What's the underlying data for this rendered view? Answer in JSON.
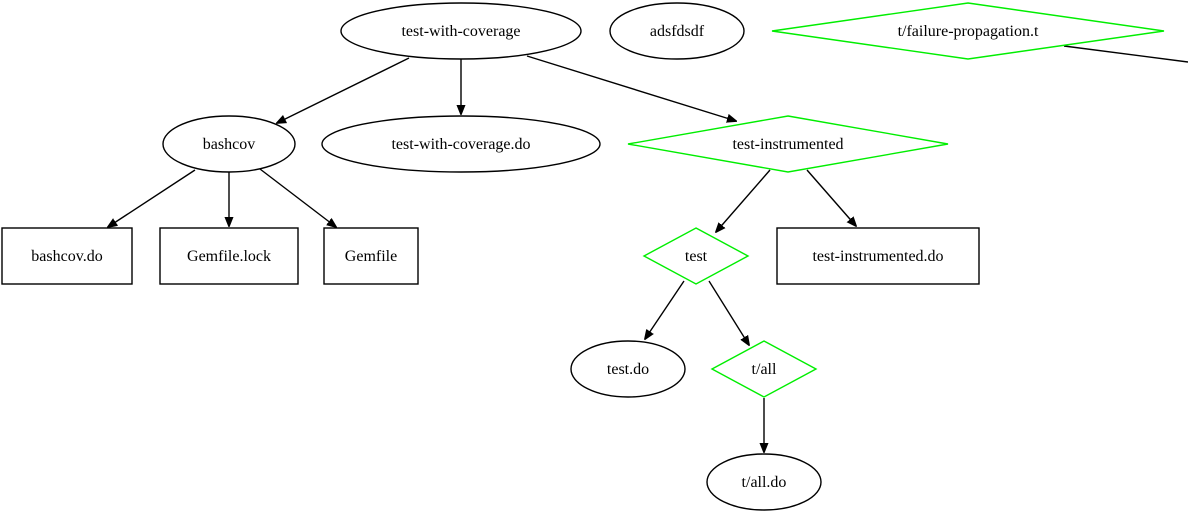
{
  "graph": {
    "colors": {
      "default_stroke": "#000000",
      "highlight_stroke": "#00ee00",
      "background": "#ffffff"
    },
    "nodes": [
      {
        "id": "test-with-coverage",
        "label": "test-with-coverage",
        "shape": "ellipse",
        "highlight": false
      },
      {
        "id": "adsfdsdf",
        "label": "adsfdsdf",
        "shape": "ellipse",
        "highlight": false
      },
      {
        "id": "failure-propagation",
        "label": "t/failure-propagation.t",
        "shape": "diamond",
        "highlight": true
      },
      {
        "id": "bashcov",
        "label": "bashcov",
        "shape": "ellipse",
        "highlight": false
      },
      {
        "id": "test-with-coverage-do",
        "label": "test-with-coverage.do",
        "shape": "ellipse",
        "highlight": false
      },
      {
        "id": "test-instrumented",
        "label": "test-instrumented",
        "shape": "diamond",
        "highlight": true
      },
      {
        "id": "bashcov-do",
        "label": "bashcov.do",
        "shape": "box",
        "highlight": false
      },
      {
        "id": "gemfile-lock",
        "label": "Gemfile.lock",
        "shape": "box",
        "highlight": false
      },
      {
        "id": "gemfile",
        "label": "Gemfile",
        "shape": "box",
        "highlight": false
      },
      {
        "id": "test",
        "label": "test",
        "shape": "diamond",
        "highlight": true
      },
      {
        "id": "test-instrumented-do",
        "label": "test-instrumented.do",
        "shape": "box",
        "highlight": false
      },
      {
        "id": "test-do",
        "label": "test.do",
        "shape": "ellipse",
        "highlight": false
      },
      {
        "id": "t-all",
        "label": "t/all",
        "shape": "diamond",
        "highlight": true
      },
      {
        "id": "t-all-do",
        "label": "t/all.do",
        "shape": "ellipse",
        "highlight": false
      }
    ],
    "edges": [
      {
        "from": "test-with-coverage",
        "to": "bashcov"
      },
      {
        "from": "test-with-coverage",
        "to": "test-with-coverage-do"
      },
      {
        "from": "test-with-coverage",
        "to": "test-instrumented"
      },
      {
        "from": "bashcov",
        "to": "bashcov-do"
      },
      {
        "from": "bashcov",
        "to": "gemfile-lock"
      },
      {
        "from": "bashcov",
        "to": "gemfile"
      },
      {
        "from": "test-instrumented",
        "to": "test"
      },
      {
        "from": "test-instrumented",
        "to": "test-instrumented-do"
      },
      {
        "from": "test",
        "to": "test-do"
      },
      {
        "from": "test",
        "to": "t-all"
      },
      {
        "from": "t-all",
        "to": "t-all-do"
      },
      {
        "from": "failure-propagation",
        "to": "offscreen"
      }
    ]
  }
}
